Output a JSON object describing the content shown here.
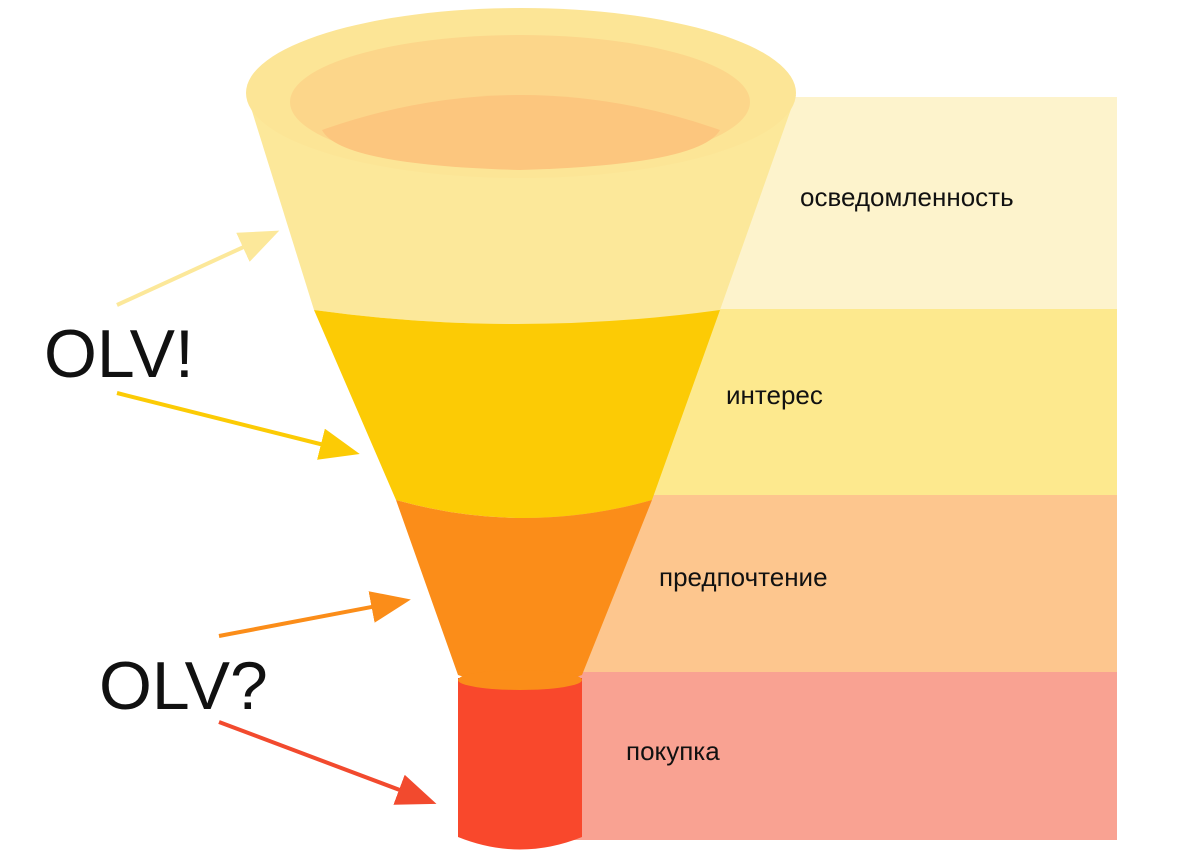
{
  "stages": [
    {
      "label": "осведомленность",
      "band_color": "#FDF3CC",
      "funnel_color": "#FCE89A"
    },
    {
      "label": "интерес",
      "band_color": "#FDE98E",
      "funnel_color": "#FCCB05"
    },
    {
      "label": "предпочтение",
      "band_color": "#FDC68E",
      "funnel_color": "#FB8D19"
    },
    {
      "label": "покупка",
      "band_color": "#F9A292",
      "funnel_color": "#F9482C"
    }
  ],
  "annotations": [
    {
      "text": "OLV!",
      "arrow_colors": [
        "#FCE89A",
        "#FCCB05"
      ]
    },
    {
      "text": "OLV?",
      "arrow_colors": [
        "#FB8D19",
        "#F24A2E"
      ]
    }
  ]
}
